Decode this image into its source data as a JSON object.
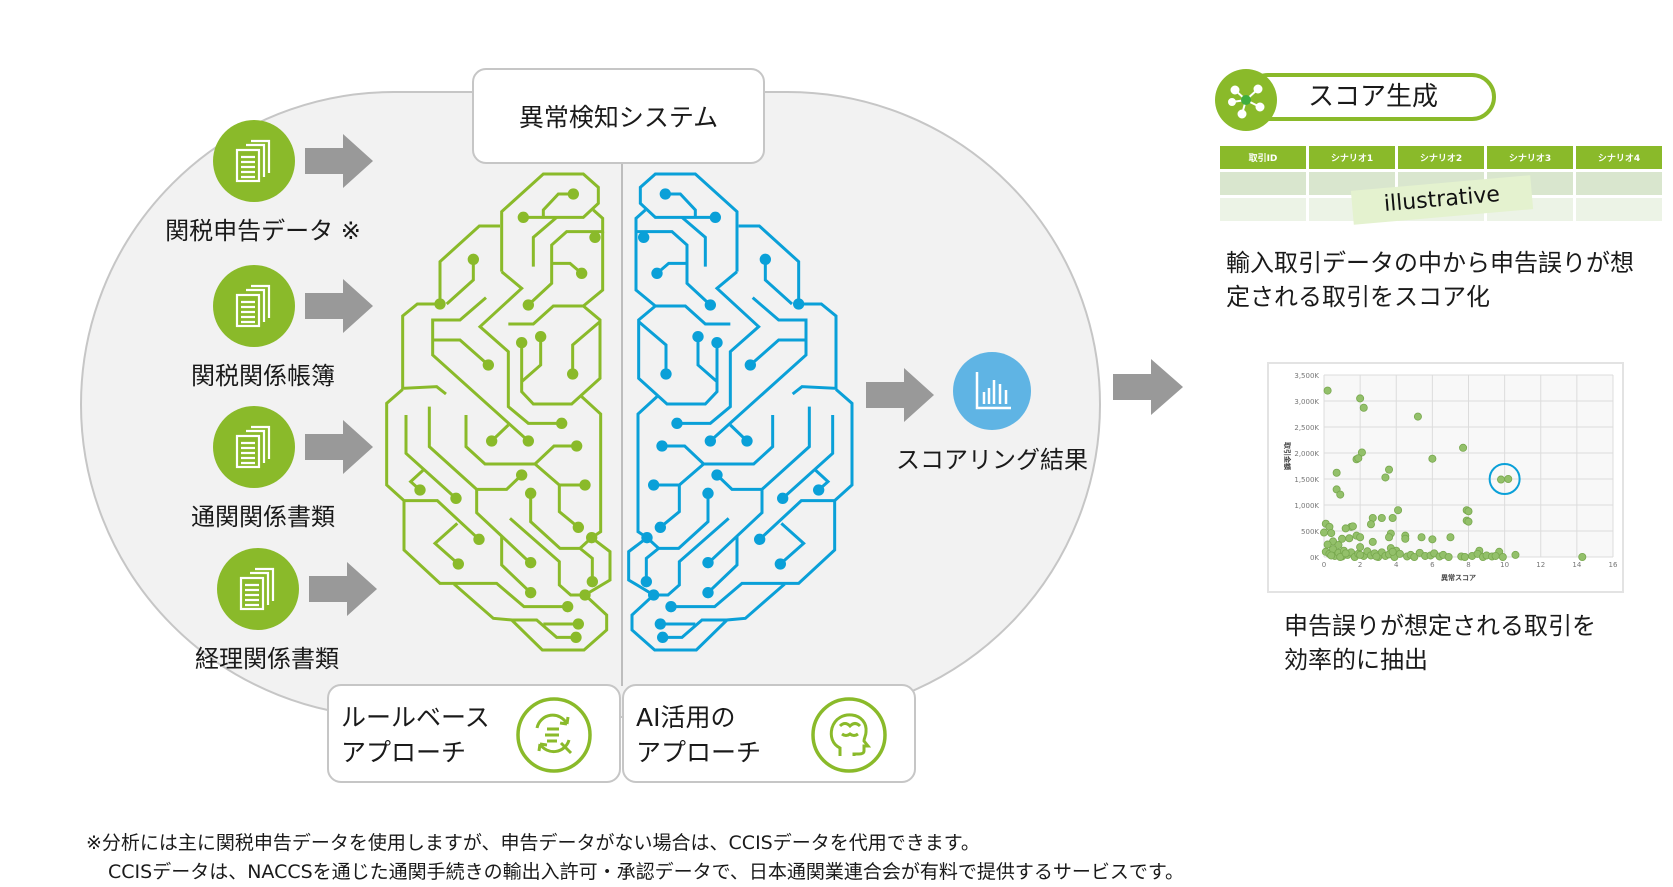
{
  "system_title": "異常検知システム",
  "sources": [
    {
      "label": "関税申告データ ※"
    },
    {
      "label": "関税関係帳簿"
    },
    {
      "label": "通関関係書類"
    },
    {
      "label": "経理関係書類"
    }
  ],
  "approaches": {
    "rule": {
      "line1": "ルールベース",
      "line2": "アプローチ"
    },
    "ai": {
      "line1": "AI活用の",
      "line2": "アプローチ"
    }
  },
  "scoring_result": "スコアリング結果",
  "score_generation": {
    "title": "スコア生成",
    "table_headers": [
      "取引ID",
      "シナリオ1",
      "シナリオ2",
      "シナリオ3",
      "シナリオ4"
    ],
    "stamp": "illustrative",
    "description_line1": "輸入取引データの中から申告誤りが想",
    "description_line2": "定される取引をスコア化"
  },
  "extraction": {
    "line1": "申告誤りが想定される取引を",
    "line2": "効率的に抽出"
  },
  "footnote": {
    "line1": "※分析には主に関税申告データを使用しますが、申告データがない場合は、CCISデータを代用できます。",
    "line2": "CCISデータは、NACCSを通じた通関手続きの輸出入許可・承認データで、日本通関業連合会が有料で提供するサービスです。"
  },
  "colors": {
    "green": "#8aba2a",
    "blue": "#0aa0d8",
    "score_blue": "#5fb4e4",
    "arrow": "#999999"
  },
  "chart_data": {
    "type": "scatter",
    "xlabel": "異常スコア",
    "ylabel": "取引金額",
    "xlim": [
      0,
      16
    ],
    "ylim": [
      0,
      3500
    ],
    "xticks": [
      "0",
      "2",
      "4",
      "6",
      "8",
      "10",
      "12",
      "14",
      "16"
    ],
    "yticks": [
      "0K",
      "500K",
      "1,000K",
      "1,500K",
      "2,000K",
      "2,500K",
      "3,000K",
      "3,500K"
    ],
    "highlight": {
      "x": 10,
      "y": 1500
    },
    "points": [
      [
        0.2,
        3200
      ],
      [
        2,
        3050
      ],
      [
        2.2,
        2870
      ],
      [
        5.2,
        2700
      ],
      [
        7.7,
        2100
      ],
      [
        2.1,
        2010
      ],
      [
        1.8,
        1880
      ],
      [
        1.9,
        1900
      ],
      [
        6,
        1890
      ],
      [
        3.6,
        1680
      ],
      [
        0.7,
        1620
      ],
      [
        3.4,
        1530
      ],
      [
        9.8,
        1490
      ],
      [
        10.2,
        1500
      ],
      [
        0.7,
        1300
      ],
      [
        0.9,
        1200
      ],
      [
        4.1,
        900
      ],
      [
        7.9,
        900
      ],
      [
        8,
        880
      ],
      [
        7.9,
        700
      ],
      [
        8,
        680
      ],
      [
        2.7,
        750
      ],
      [
        3.2,
        750
      ],
      [
        3.8,
        750
      ],
      [
        2.6,
        630
      ],
      [
        0.1,
        640
      ],
      [
        0.3,
        580
      ],
      [
        1.5,
        580
      ],
      [
        1.6,
        590
      ],
      [
        1.2,
        550
      ],
      [
        0,
        470
      ],
      [
        0.4,
        460
      ],
      [
        3.7,
        450
      ],
      [
        1.8,
        410
      ],
      [
        2,
        380
      ],
      [
        4.5,
        410
      ],
      [
        4.5,
        350
      ],
      [
        3.6,
        380
      ],
      [
        5.4,
        380
      ],
      [
        6,
        340
      ],
      [
        7,
        380
      ],
      [
        1,
        350
      ],
      [
        1.4,
        360
      ],
      [
        2.7,
        290
      ],
      [
        0.5,
        300
      ],
      [
        0.2,
        240
      ],
      [
        0.8,
        230
      ],
      [
        3.7,
        170
      ],
      [
        2,
        190
      ],
      [
        4,
        120
      ],
      [
        8.6,
        120
      ],
      [
        9.7,
        100
      ],
      [
        10.6,
        40
      ],
      [
        14.3,
        0
      ],
      [
        0.1,
        100
      ],
      [
        0.3,
        60
      ],
      [
        0.5,
        150
      ],
      [
        0.6,
        20
      ],
      [
        0.8,
        80
      ],
      [
        1,
        10
      ],
      [
        1.1,
        120
      ],
      [
        1.3,
        40
      ],
      [
        1.5,
        90
      ],
      [
        1.7,
        0
      ],
      [
        1.9,
        60
      ],
      [
        2.2,
        20
      ],
      [
        2.4,
        110
      ],
      [
        2.6,
        30
      ],
      [
        2.8,
        70
      ],
      [
        3,
        0
      ],
      [
        3.2,
        90
      ],
      [
        3.4,
        20
      ],
      [
        3.6,
        50
      ],
      [
        3.9,
        0
      ],
      [
        4.2,
        60
      ],
      [
        4.6,
        10
      ],
      [
        4.8,
        40
      ],
      [
        5,
        0
      ],
      [
        5.3,
        80
      ],
      [
        5.6,
        20
      ],
      [
        5.9,
        30
      ],
      [
        6.1,
        70
      ],
      [
        6.4,
        10
      ],
      [
        6.6,
        40
      ],
      [
        6.9,
        0
      ],
      [
        7.6,
        10
      ],
      [
        7.8,
        0
      ],
      [
        8.2,
        20
      ],
      [
        8.5,
        60
      ],
      [
        8.8,
        0
      ],
      [
        9,
        30
      ],
      [
        9.3,
        10
      ],
      [
        9.5,
        20
      ],
      [
        9.9,
        0
      ],
      [
        0.4,
        30
      ],
      [
        0.9,
        0
      ],
      [
        1.2,
        70
      ],
      [
        2,
        40
      ],
      [
        2.9,
        10
      ],
      [
        3.8,
        100
      ]
    ]
  }
}
